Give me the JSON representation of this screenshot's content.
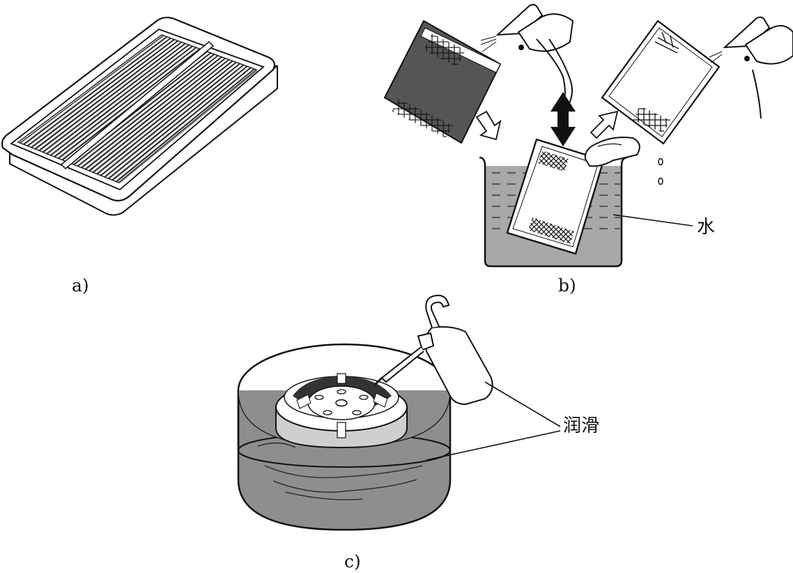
{
  "panels": {
    "a": {
      "caption": "a)"
    },
    "b": {
      "caption": "b)",
      "water_label": "水"
    },
    "c": {
      "caption": "c)",
      "lubricate_label": "润滑"
    }
  },
  "colors": {
    "line": "#111111",
    "dark_filter": "#555555",
    "water": "#a8a8a8",
    "oil": "#8e8e8e"
  }
}
